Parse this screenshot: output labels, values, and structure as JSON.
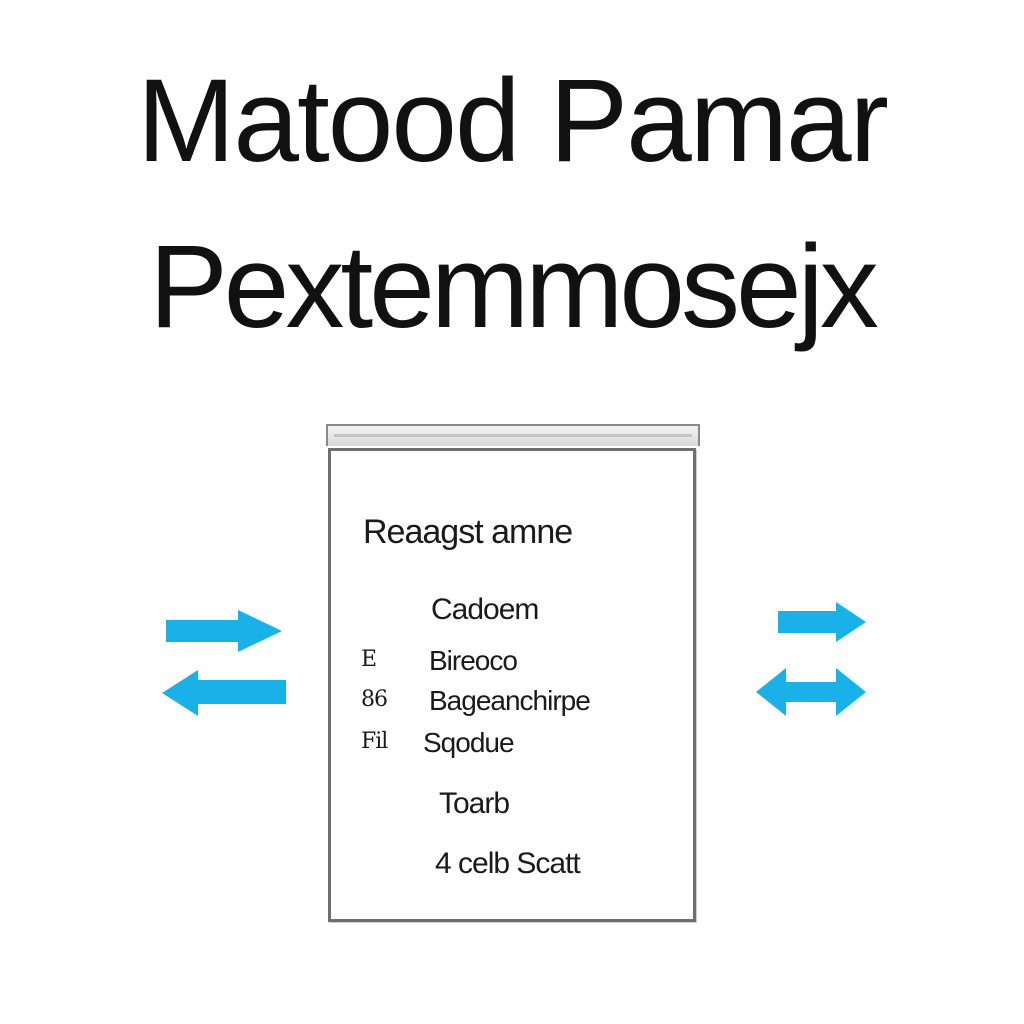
{
  "title": {
    "line1": "Matood Pamar",
    "line2": "Pextemmosejx"
  },
  "document": {
    "heading": "Reaagst amne",
    "subheading": "Cadoem",
    "rows": [
      {
        "marker": "E",
        "text": "Bireoco"
      },
      {
        "marker": "86",
        "text": "Bageanchirpe"
      },
      {
        "marker": "Fil",
        "text": "Sqodue"
      }
    ],
    "subsection": "Toarb",
    "footer": "4 celb Scatt"
  },
  "arrows": {
    "color": "#1ab0e8",
    "left": [
      "arrow-right",
      "arrow-left"
    ],
    "right": [
      "arrow-right",
      "arrow-left-right"
    ]
  }
}
